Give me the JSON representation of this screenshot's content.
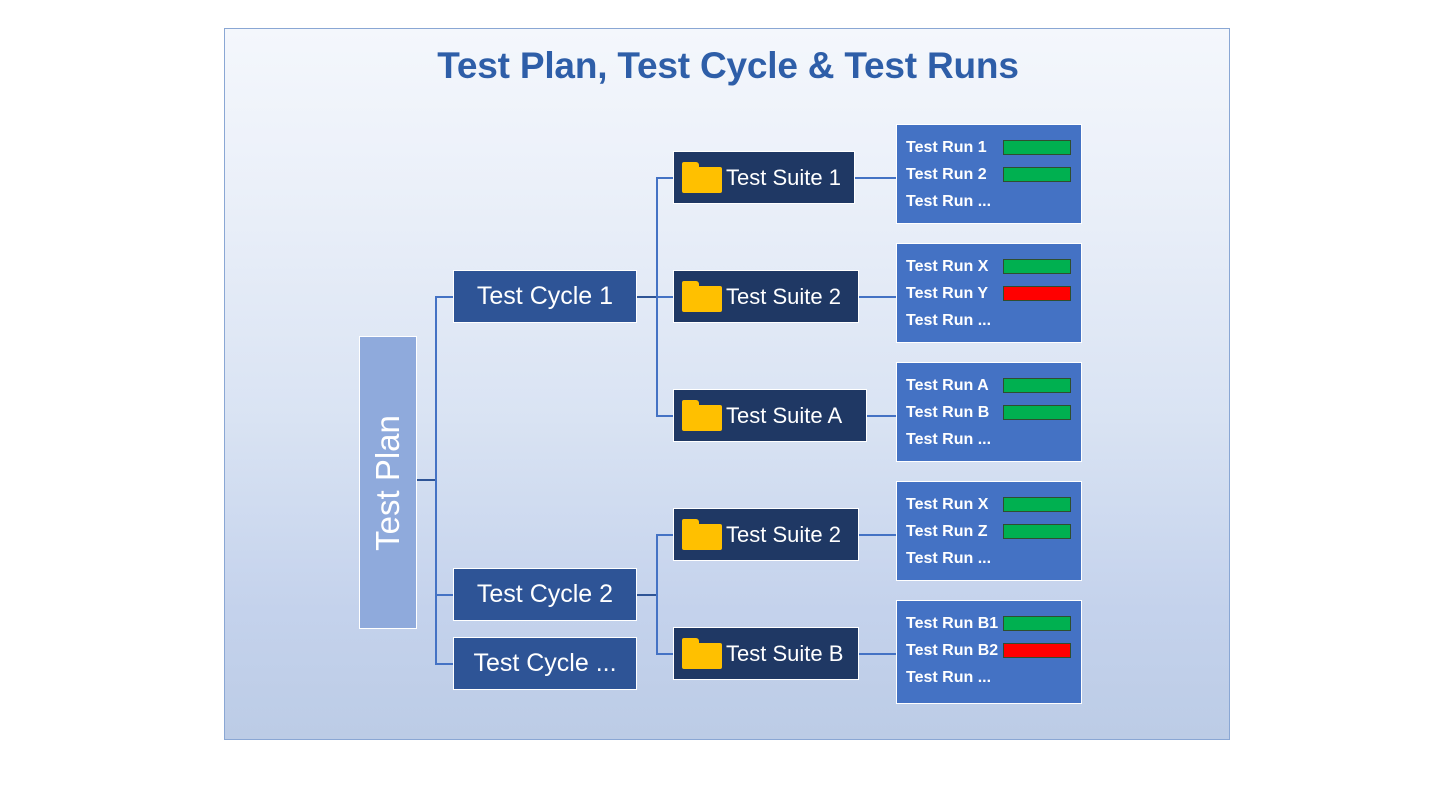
{
  "title": "Test Plan, Test Cycle & Test Runs",
  "colors": {
    "title": "#2E5EA8",
    "frame_border": "#8AA7D4",
    "plan": "#8FAADC",
    "cycle": "#2E5496",
    "suite": "#1F3864",
    "panel": "#4472C4",
    "folder": "#FFC000",
    "pass": "#00B050",
    "fail": "#FF0000"
  },
  "plan": {
    "label": "Test Plan"
  },
  "cycles": [
    {
      "label": "Test Cycle 1"
    },
    {
      "label": "Test Cycle 2"
    },
    {
      "label": "Test Cycle ..."
    }
  ],
  "suites": [
    {
      "label": "Test Suite 1",
      "icon": "folder-icon"
    },
    {
      "label": "Test Suite 2",
      "icon": "folder-icon"
    },
    {
      "label": "Test Suite A",
      "icon": "folder-icon"
    },
    {
      "label": "Test Suite 2",
      "icon": "folder-icon"
    },
    {
      "label": "Test Suite B",
      "icon": "folder-icon"
    }
  ],
  "run_panels": [
    {
      "runs": [
        {
          "label": "Test Run 1",
          "status": "pass"
        },
        {
          "label": "Test Run 2",
          "status": "pass"
        },
        {
          "label": "Test Run ...",
          "status": "none"
        }
      ]
    },
    {
      "runs": [
        {
          "label": "Test Run X",
          "status": "pass"
        },
        {
          "label": "Test Run Y",
          "status": "fail"
        },
        {
          "label": "Test Run ...",
          "status": "none"
        }
      ]
    },
    {
      "runs": [
        {
          "label": "Test Run A",
          "status": "pass"
        },
        {
          "label": "Test Run B",
          "status": "pass"
        },
        {
          "label": "Test Run ...",
          "status": "none"
        }
      ]
    },
    {
      "runs": [
        {
          "label": "Test Run X",
          "status": "pass"
        },
        {
          "label": "Test Run Z",
          "status": "pass"
        },
        {
          "label": "Test Run ...",
          "status": "none"
        }
      ]
    },
    {
      "runs": [
        {
          "label": "Test Run B1",
          "status": "pass"
        },
        {
          "label": "Test Run B2",
          "status": "fail"
        },
        {
          "label": "Test Run ...",
          "status": "none"
        }
      ]
    }
  ]
}
